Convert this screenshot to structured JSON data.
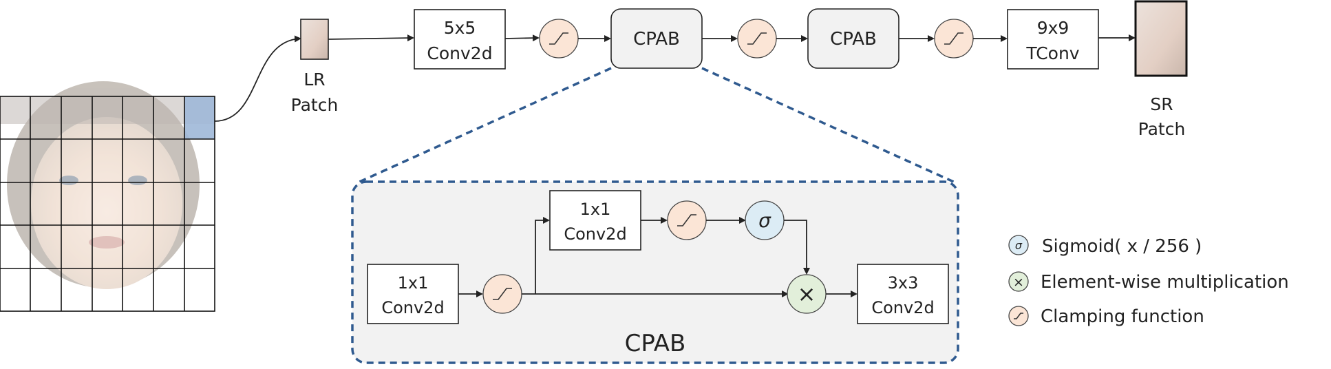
{
  "lr_patch_label": [
    "LR",
    "Patch"
  ],
  "sr_patch_label": [
    "SR",
    "Patch"
  ],
  "blocks": {
    "conv5": [
      "5x5",
      "Conv2d"
    ],
    "cpab_a": "CPAB",
    "cpab_b": "CPAB",
    "tconv": [
      "9x9",
      "TConv"
    ]
  },
  "cpab_detail": {
    "title": "CPAB",
    "conv_in": [
      "1x1",
      "Conv2d"
    ],
    "conv_gate": [
      "1x1",
      "Conv2d"
    ],
    "conv_out": [
      "3x3",
      "Conv2d"
    ],
    "sigma_symbol": "σ",
    "mult_symbol": "×"
  },
  "legend": [
    {
      "icon": "sigmoid-icon",
      "symbol": "σ",
      "label": "Sigmoid( x / 256 )"
    },
    {
      "icon": "multiply-icon",
      "symbol": "×",
      "label": "Element-wise multiplication"
    },
    {
      "icon": "clamp-icon",
      "symbol": "",
      "label": "Clamping function"
    }
  ],
  "colors": {
    "clamp": "#fbe5d6",
    "sigmoid": "#dcecf5",
    "multiply": "#e2efda",
    "block_fill": "#f2f2f2",
    "dashed_border": "#2f5a8f",
    "patch_highlight": "#9fb8d8"
  }
}
